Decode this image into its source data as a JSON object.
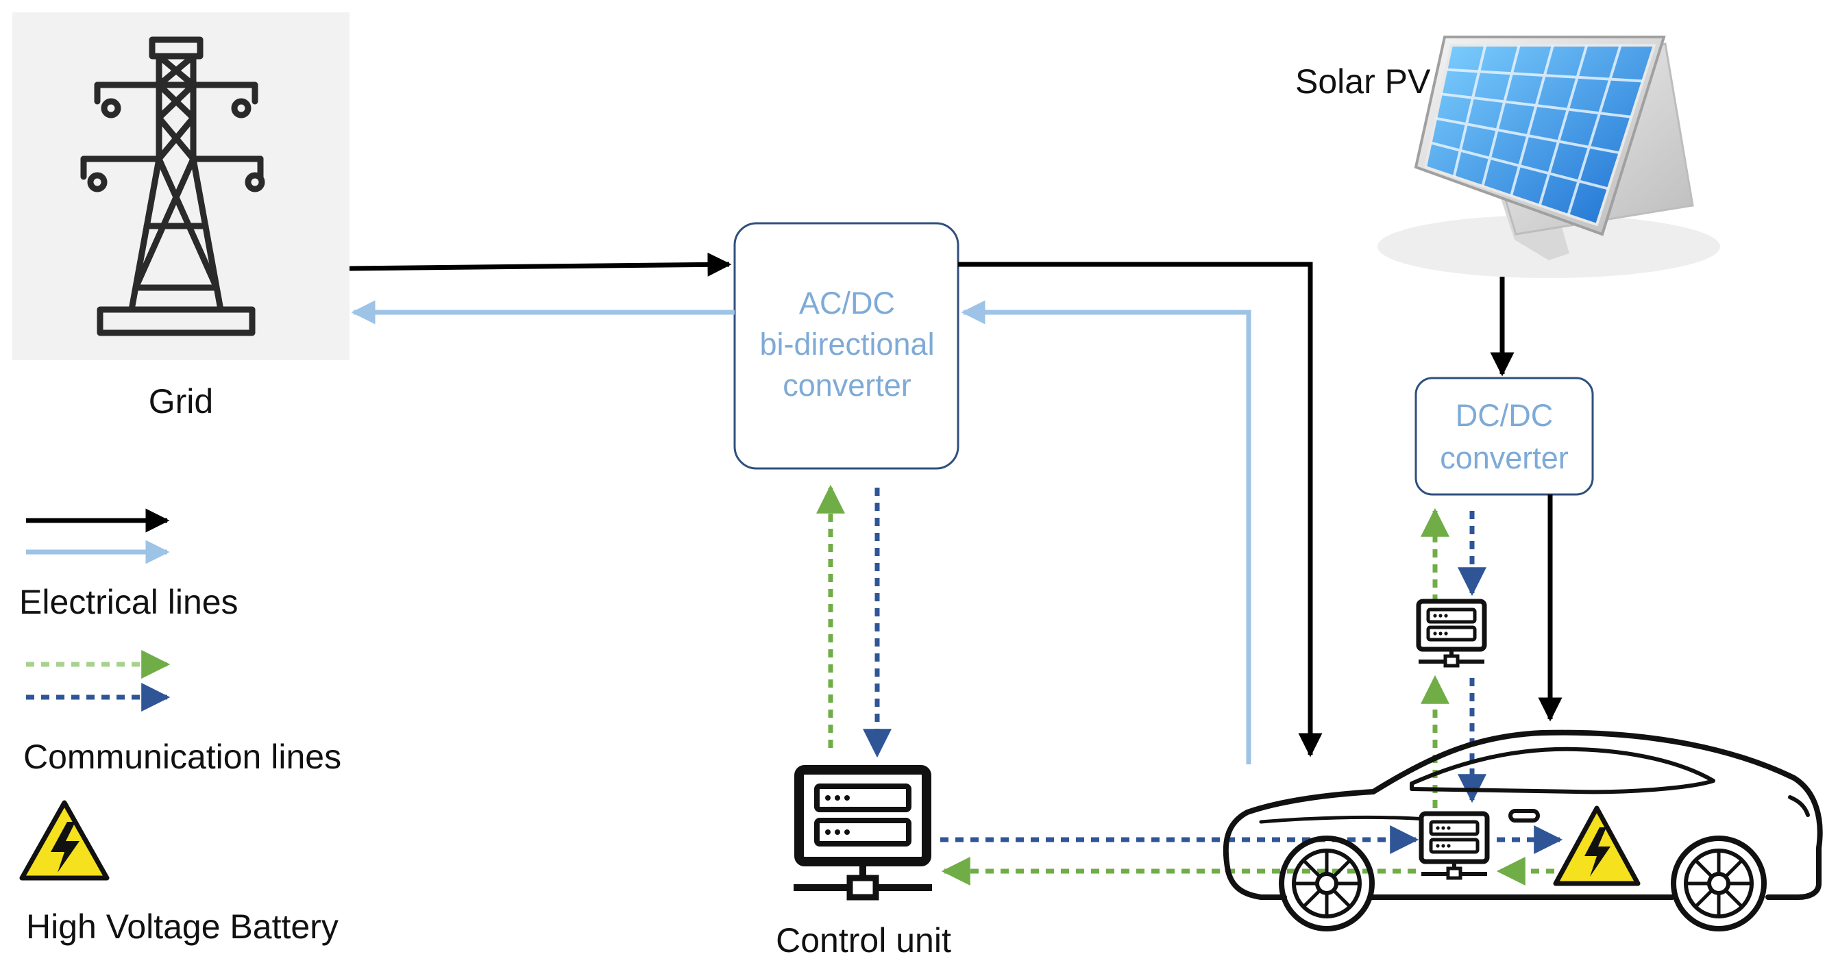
{
  "labels": {
    "grid": "Grid",
    "solar_pv": "Solar PV",
    "control_unit": "Control unit"
  },
  "converters": {
    "acdc": {
      "line1": "AC/DC",
      "line2": "bi-directional",
      "line3": "converter"
    },
    "dcdc": {
      "line1": "DC/DC",
      "line2": "converter"
    }
  },
  "legend": {
    "electrical_lines": "Electrical lines",
    "communication_lines": "Communication lines",
    "high_voltage_battery": "High Voltage Battery"
  },
  "colors": {
    "electrical_dark": "#000000",
    "electrical_light": "#9dc3e6",
    "comm_green": "#70ad47",
    "comm_blue": "#2f5597",
    "box_text": "#7eaad6",
    "box_border": "#2f4f7f",
    "warning_yellow": "#f5e11d"
  },
  "icons": {
    "grid": "transmission-tower-icon",
    "solar": "solar-panel-icon",
    "controller": "server-terminal-icon",
    "vehicle": "electric-car-icon",
    "battery": "high-voltage-warning-icon"
  }
}
